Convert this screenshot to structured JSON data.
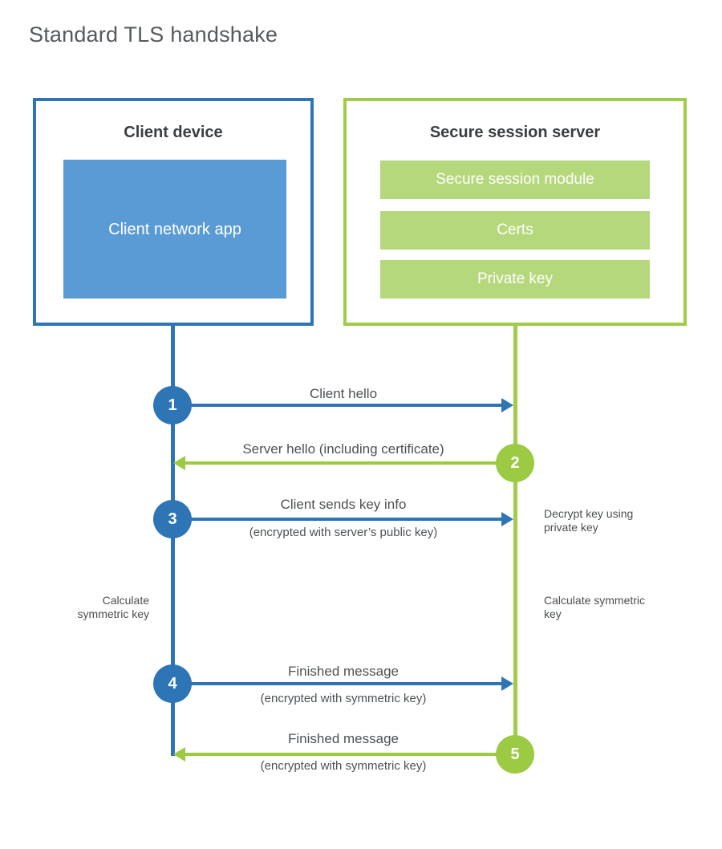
{
  "title": "Standard TLS handshake",
  "client": {
    "title": "Client device",
    "app_label": "Client network app"
  },
  "server": {
    "title": "Secure session server",
    "modules": [
      "Secure session module",
      "Certs",
      "Private key"
    ]
  },
  "steps": [
    {
      "num": "1",
      "label": "Client hello",
      "sublabel": "",
      "direction": "client-to-server"
    },
    {
      "num": "2",
      "label": "Server hello (including certificate)",
      "sublabel": "",
      "direction": "server-to-client"
    },
    {
      "num": "3",
      "label": "Client sends key info",
      "sublabel": "(encrypted with server’s public key)",
      "direction": "client-to-server"
    },
    {
      "num": "4",
      "label": "Finished message",
      "sublabel": "(encrypted with symmetric key)",
      "direction": "client-to-server"
    },
    {
      "num": "5",
      "label": "Finished message",
      "sublabel": "(encrypted with symmetric key)",
      "direction": "server-to-client"
    }
  ],
  "notes": {
    "decrypt": "Decrypt key using private key",
    "calc_left": "Calculate symmetric key",
    "calc_right": "Calculate symmetric key"
  },
  "colors": {
    "blue_line": "#2e75b6",
    "blue_fill": "#5b9bd5",
    "green_line": "#9ccb43",
    "green_fill": "#b6d87d"
  }
}
